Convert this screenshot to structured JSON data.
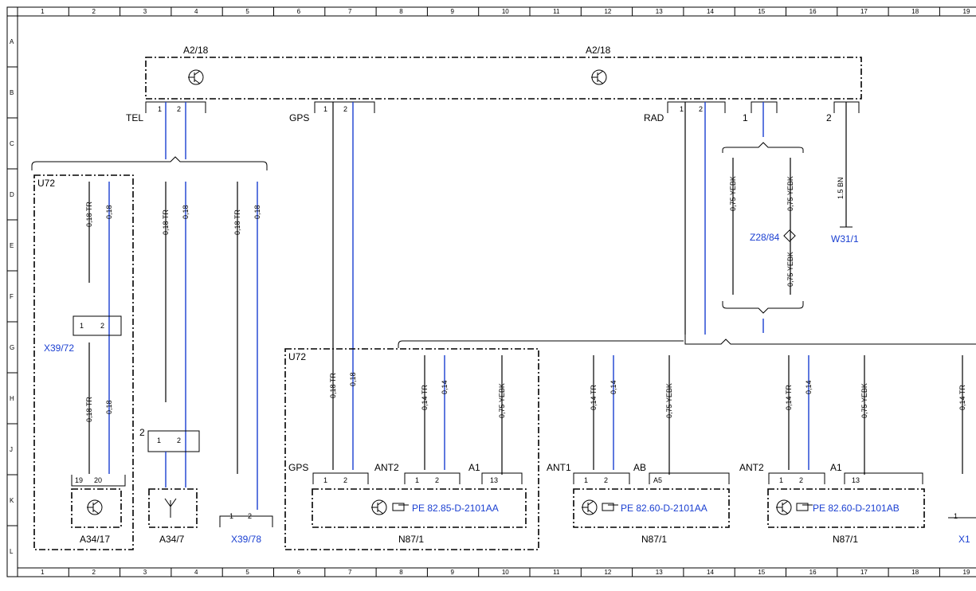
{
  "grid": {
    "cols": [
      "1",
      "2",
      "3",
      "4",
      "5",
      "6",
      "7",
      "8",
      "9",
      "10",
      "11",
      "12",
      "13",
      "14",
      "15",
      "16",
      "17",
      "18",
      "19"
    ],
    "rows": [
      "A",
      "B",
      "C",
      "D",
      "E",
      "F",
      "G",
      "H",
      "J",
      "K",
      "L"
    ]
  },
  "labels": {
    "a2_18_left": "A2/18",
    "a2_18_right": "A2/18",
    "tel": "TEL",
    "gps_top": "GPS",
    "rad": "RAD",
    "pin1": "1",
    "pin2": "2",
    "u72_left": "U72",
    "u72_mid": "U72",
    "x39_72": "X39/72",
    "x39_78": "X39/78",
    "a34_17": "A34/17",
    "a34_7": "A34/7",
    "n87_1_a": "N87/1",
    "n87_1_b": "N87/1",
    "n87_1_c": "N87/1",
    "z28_84": "Z28/84",
    "w31_1": "W31/1",
    "gps_bottom": "GPS",
    "ant2_a": "ANT2",
    "a1_a": "A1",
    "ant1": "ANT1",
    "ab": "AB",
    "ant2_b": "ANT2",
    "a1_b": "A1",
    "pe_a": "PE 82.85-D-2101AA",
    "pe_b": "PE 82.60-D-2101AA",
    "pe_c": "PE 82.60-D-2101AB",
    "x1_partial": "X1",
    "pin19": "19",
    "pin20": "20",
    "pin13_a": "13",
    "pin13_b": "13",
    "pin_a5": "A5",
    "pin2_j": "2"
  },
  "wires": {
    "w018tr": "0,18 TR",
    "w018": "0,18",
    "w014tr": "0,14 TR",
    "w014": "0,14",
    "w075yebk": "0,75 YEBK",
    "w15bn": "1.5 BN"
  },
  "colors": {
    "link": "#1a3fd1",
    "wire_blue": "#1a3fd1",
    "line": "#000000"
  }
}
